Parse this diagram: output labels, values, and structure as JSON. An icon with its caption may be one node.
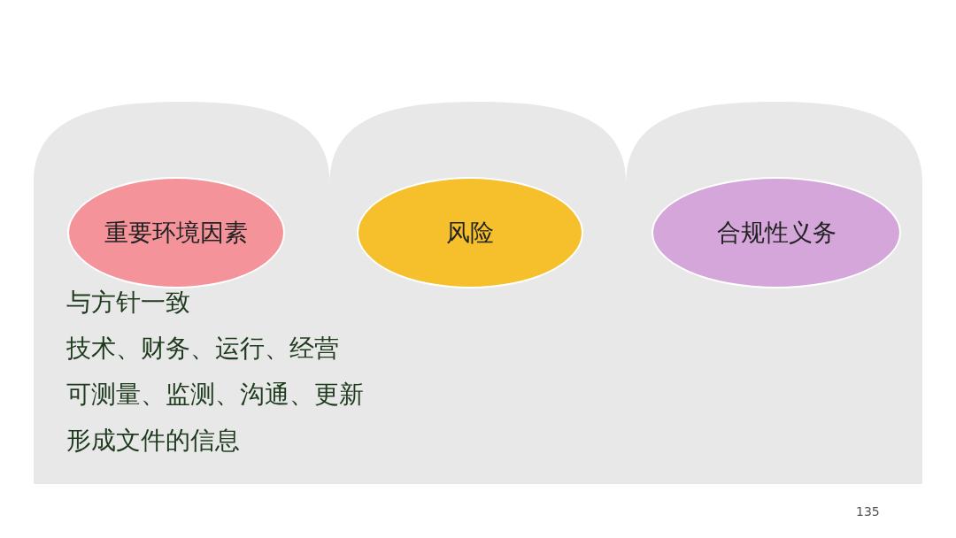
{
  "diagram": {
    "nodes": [
      {
        "text": [
          "与方针一致",
          "技术、财务、运行、经营",
          "可测量、监测、沟通、更新",
          "形成文件的信息"
        ]
      },
      {
        "text": [
          "重要环境因素"
        ],
        "in": 0
      },
      {
        "text": [
          "风险"
        ],
        "in": 0
      },
      {
        "text": [
          "合规性义务"
        ],
        "in": 0
      }
    ],
    "labels": [
      "135"
    ]
  }
}
